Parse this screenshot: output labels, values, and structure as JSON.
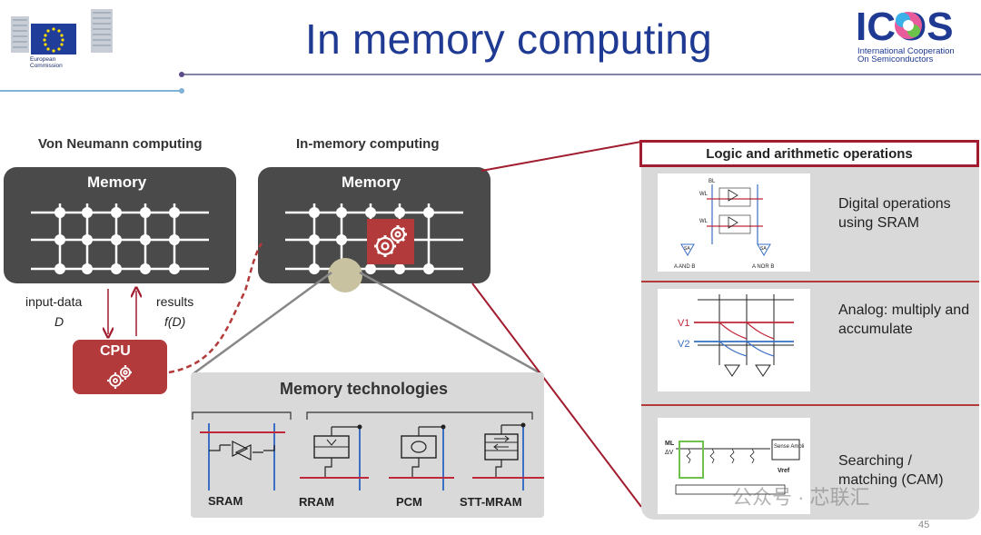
{
  "header": {
    "title": "In memory computing",
    "eu_logo_text": [
      "European",
      "Commission"
    ],
    "icos_logo_text": "ICOS",
    "icos_subtitle": [
      "International Cooperation",
      "On Semiconductors"
    ]
  },
  "von_neumann": {
    "heading": "Von Neumann computing",
    "memory_label": "Memory",
    "input_label": "input-data",
    "input_symbol": "D",
    "results_label": "results",
    "results_symbol": "f(D)",
    "cpu_label": "CPU"
  },
  "in_memory": {
    "heading": "In-memory computing",
    "memory_label": "Memory"
  },
  "memory_technologies": {
    "title": "Memory technologies",
    "items": [
      "SRAM",
      "RRAM",
      "PCM",
      "STT-MRAM"
    ]
  },
  "logic_panel": {
    "header": "Logic and arithmetic operations",
    "items": [
      {
        "text": "Digital operations using SRAM",
        "circuit_labels": [
          "BL",
          "WL",
          "WL",
          "SA",
          "SA",
          "A AND B",
          "A NOR B"
        ]
      },
      {
        "text": "Analog: multiply and accumulate",
        "circuit_labels": [
          "V1",
          "V2"
        ]
      },
      {
        "text": "Searching / matching (CAM)",
        "circuit_labels": [
          "ML",
          "ΔV",
          "Sense Ampli",
          "Vref"
        ]
      }
    ]
  },
  "watermark": "公众号 · 芯联汇",
  "page_number": "45",
  "colors": {
    "title_blue": "#1f3a93",
    "accent_red": "#b33a3a",
    "dark_red_line": "#a01c2e",
    "memory_gray": "#4a4a4a",
    "panel_gray": "#d9d9d9"
  }
}
